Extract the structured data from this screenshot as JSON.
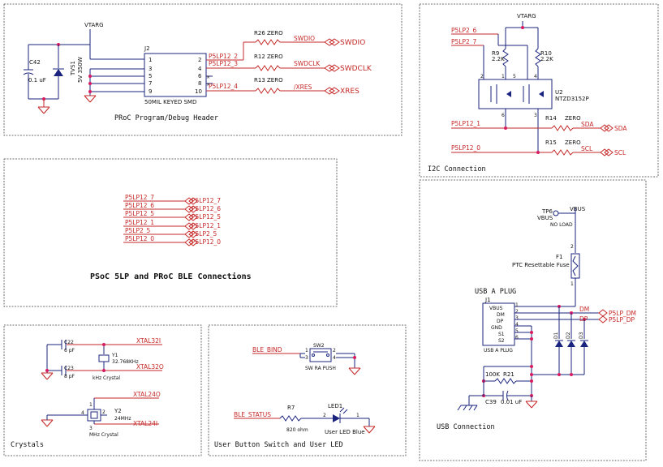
{
  "sections": {
    "proc_header": "PRoC Program/Debug Header",
    "i2c": "I2C Connection",
    "psoc_ble": "PSoC 5LP and PRoC BLE Connections",
    "usb": "USB Connection",
    "crystals": "Crystals",
    "user_button": "User Button Switch and User LED"
  },
  "proc": {
    "vtarg": "VTARG",
    "c42": "C42",
    "c42_val": "0.1 uF",
    "tvs": "TVS1",
    "tvs_val": "5V 350W",
    "j2": "J2",
    "j2_desc": "50MIL KEYED SMD",
    "pins_left": [
      "1",
      "3",
      "5",
      "7",
      "9"
    ],
    "pins_right": [
      "2",
      "4",
      "6",
      "8",
      "10"
    ],
    "r26": "R26 ZERO",
    "r12": "R12 ZERO",
    "r13": "R13 ZERO",
    "net1": "P5LP12_2",
    "net2": "P5LP12_3",
    "net3": "P5LP12_4",
    "swdio_a": "SWDIO",
    "swdio_b": "SWDIO",
    "swdclk_a": "SWDCLK",
    "swdclk_b": "SWDCLK",
    "xres_a": "/XRES",
    "xres_b": "XRES"
  },
  "i2c": {
    "vtarg": "VTARG",
    "p26": "P5LP2_6",
    "p27": "P5LP2_7",
    "r9": "R9",
    "r9_val": "2.2K",
    "r10": "R10",
    "r10_val": "2.2K",
    "u2": "U2",
    "u2_part": "NTZD3152P",
    "pins": [
      "2",
      "1",
      "5",
      "4",
      "6",
      "3"
    ],
    "p121": "P5LP12_1",
    "p120": "P5LP12_0",
    "r14": "R14",
    "r14_val": "ZERO",
    "r15": "R15",
    "r15_val": "ZERO",
    "sda_a": "SDA",
    "sda_b": "SDA",
    "scl_a": "SCL",
    "scl_b": "SCL"
  },
  "psoc_nets": [
    {
      "left": "P5LP12_7",
      "right": "P5LP12_7"
    },
    {
      "left": "P5LP12_6",
      "right": "P5LP12_6"
    },
    {
      "left": "P5LP12_5",
      "right": "P5LP12_5"
    },
    {
      "left": "P5LP12_1",
      "right": "P5LP12_1"
    },
    {
      "left": "P5LP2_5",
      "right": "P5LP2_5"
    },
    {
      "left": "P5LP12_0",
      "right": "P5LP12_0"
    }
  ],
  "usb": {
    "tp6": "TP6",
    "tp6_net": "VBUS",
    "tp6_load": "NO LOAD",
    "vbus": "VBUS",
    "f1": "F1",
    "f1_desc": "PTC Resettable Fuse",
    "f1_pin2": "2",
    "f1_pin1": "1",
    "plug": "USB A PLUG",
    "j1": "J1",
    "j1_pins": [
      "VBUS",
      "DM",
      "DP",
      "GND",
      "S1",
      "S2"
    ],
    "j1_nums": [
      "1",
      "2",
      "3",
      "4",
      "5",
      "6"
    ],
    "j1_desc": "USB A PLUG",
    "dm": "DM",
    "dp": "DP",
    "p5dm": "P5LP_DM",
    "p5dp": "P5LP_DP",
    "d1": "D1",
    "d2": "D2",
    "d3": "D3",
    "r21": "R21",
    "r21_val": "100K",
    "c39": "C39",
    "c39_val": "0.01 uF"
  },
  "crystals": {
    "c22": "C22",
    "c22_val": "6 pF",
    "c23": "C23",
    "c23_val": "8 pF",
    "y1": "Y1",
    "y1_val": "32.768KHz",
    "y1_desc": "kHz Crystal",
    "xtal32i": "XTAL32I",
    "xtal32o": "XTAL32O",
    "y2": "Y2",
    "y2_val": "24MHz",
    "y2_desc": "MHz Crystal",
    "y2_pins": [
      "1",
      "2",
      "3",
      "4"
    ],
    "xtal24o": "XTAL24O",
    "xtal24i": "XTAL24I"
  },
  "button": {
    "ble_bind": "BLE_BIND",
    "sw2": "SW2",
    "sw2_desc": "SW RA PUSH",
    "sw_pins": [
      "1",
      "2",
      "3",
      "4"
    ],
    "ble_status": "BLE_STATUS",
    "r7": "R7",
    "r7_val": "820 ohm",
    "led1": "LED1",
    "led1_desc": "User LED Blue",
    "led_pins": [
      "2",
      "1"
    ]
  }
}
